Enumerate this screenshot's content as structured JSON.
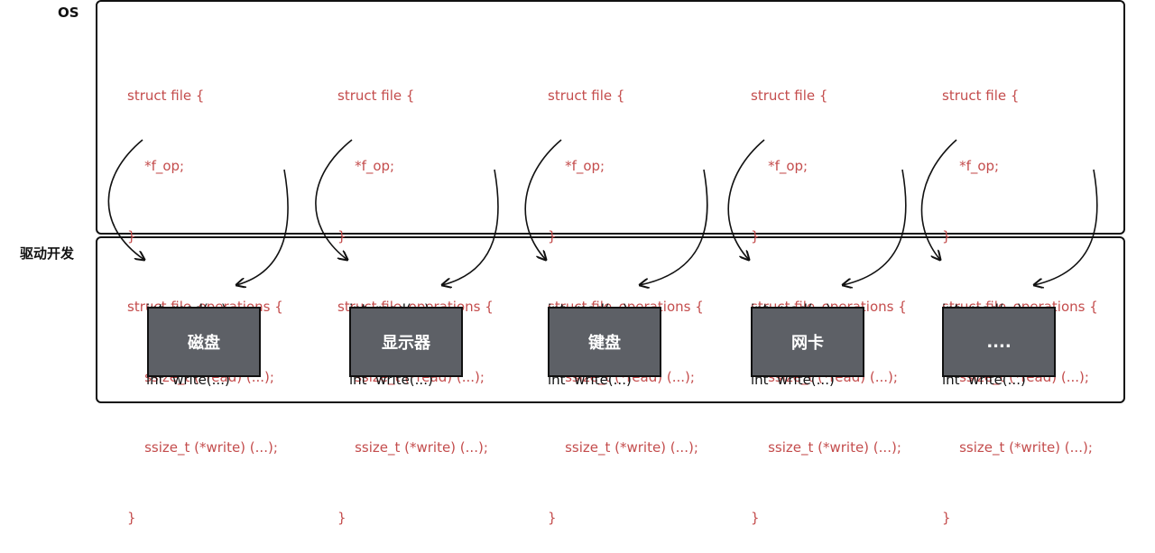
{
  "labels": {
    "os": "OS",
    "driver_dev": "驱动开发"
  },
  "code_lines": [
    "struct file {",
    "    *f_op;",
    "}",
    "struct file_operations {",
    "    ssize_t (*read) (...);",
    "    ssize_t (*write) (...);",
    "}"
  ],
  "driver_functions": [
    "int  read(...)",
    "int  write(...)"
  ],
  "devices": [
    "磁盘",
    "显示器",
    "键盘",
    "网卡",
    "...."
  ],
  "colors": {
    "code": "#c44d4d",
    "device_box": "#5d6066",
    "line": "#111111"
  }
}
